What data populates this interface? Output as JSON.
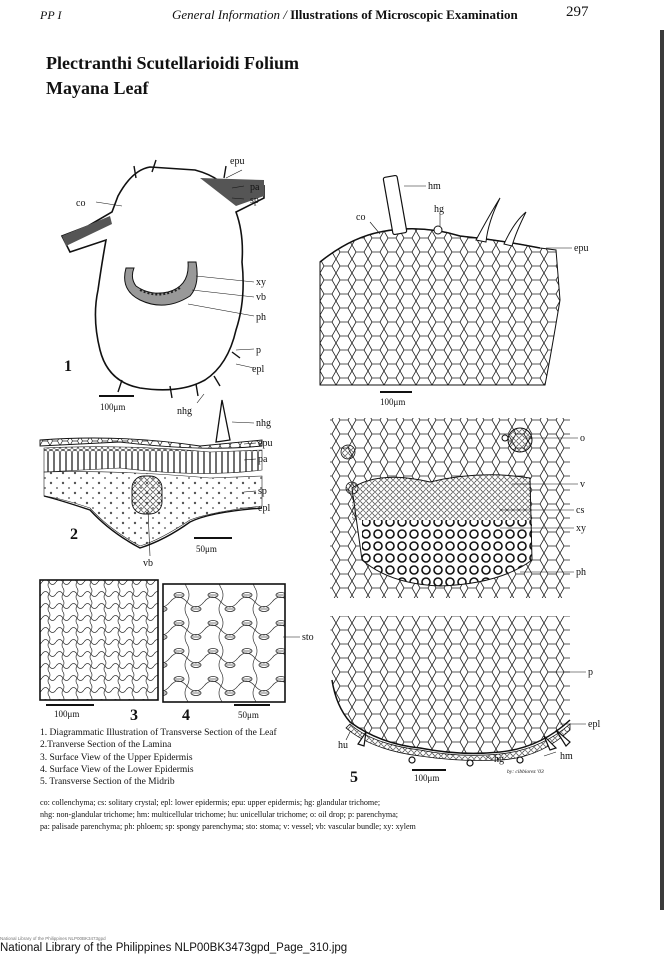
{
  "header": {
    "section": "PP I",
    "category": "General Information /",
    "title": "Illustrations of Microscopic Examination",
    "page_number": "297"
  },
  "title": {
    "line1": "Plectranthi Scutellarioidi Folium",
    "line2": "Mayana Leaf"
  },
  "figures": {
    "fig1": {
      "number": "1",
      "scale": "100μm",
      "labels": [
        "epu",
        "pa",
        "sp",
        "co",
        "xy",
        "vb",
        "ph",
        "p",
        "epl",
        "nhg"
      ]
    },
    "fig2": {
      "number": "2",
      "scale": "50μm",
      "labels": [
        "nhg",
        "epu",
        "pa",
        "sp",
        "epl",
        "vb"
      ]
    },
    "fig3": {
      "number": "3",
      "scale": "100μm"
    },
    "fig4": {
      "number": "4",
      "scale": "50μm",
      "labels": [
        "sto"
      ]
    },
    "fig5": {
      "number": "5",
      "scale_top": "100μm",
      "scale_bottom": "100μm",
      "labels": [
        "hm",
        "hg",
        "co",
        "epu",
        "o",
        "v",
        "cs",
        "xy",
        "ph",
        "p",
        "epl",
        "hu",
        "hg",
        "hm"
      ]
    }
  },
  "credit": "by: cibbiorez '03",
  "captions": [
    "1. Diagrammatic Illustration of Transverse Section of the Leaf",
    "2.Tranverse Section of the Lamina",
    "3. Surface View of the Upper Epidermis",
    "4. Surface View of the Lower Epidermis",
    "5. Transverse Section of the Midrib"
  ],
  "legend": [
    "co: collenchyma;  cs: solitary crystal;  epl: lower epidermis;  epu: upper epidermis;  hg: glandular trichome;",
    "nhg: non-glandular trichome;  hm: multicellular trichome;  hu: unicellular trichome;  o: oil drop;  p: parenchyma;",
    "pa: palisade parenchyma;  ph: phloem;  sp: spongy parenchyma;  sto: stoma;  v: vessel;  vb: vascular bundle;  xy: xylem"
  ],
  "footer": {
    "small": "National Library of the Philippines   NLP00BK3473gpd",
    "text": "National Library of the Philippines     NLP00BK3473gpd_Page_310.jpg"
  }
}
